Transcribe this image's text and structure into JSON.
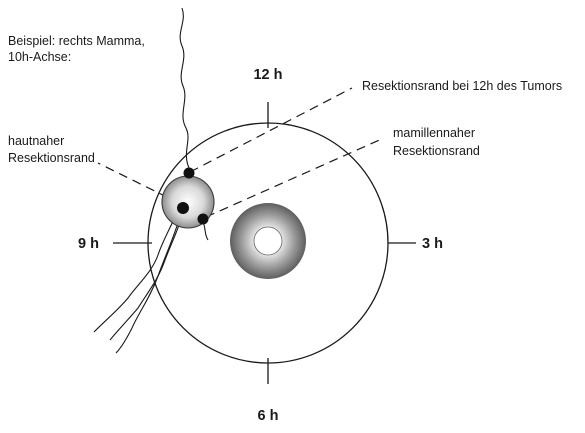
{
  "example_label": {
    "line1": "Beispiel: rechts Mamma,",
    "line2": "10h-Achse:"
  },
  "clock": {
    "h12": "12 h",
    "h3": "3 h",
    "h6": "6 h",
    "h9": "9 h"
  },
  "labels": {
    "margin_12h": "Resektionsrand bei 12h des Tumors",
    "skin_margin_line1": "hautnaher",
    "skin_margin_line2": "Resektionsrand",
    "nipple_margin_line1": "mamillennaher",
    "nipple_margin_line2": "Resektionsrand"
  },
  "colors": {
    "line": "#1a1a1a",
    "marker": "#111111"
  }
}
